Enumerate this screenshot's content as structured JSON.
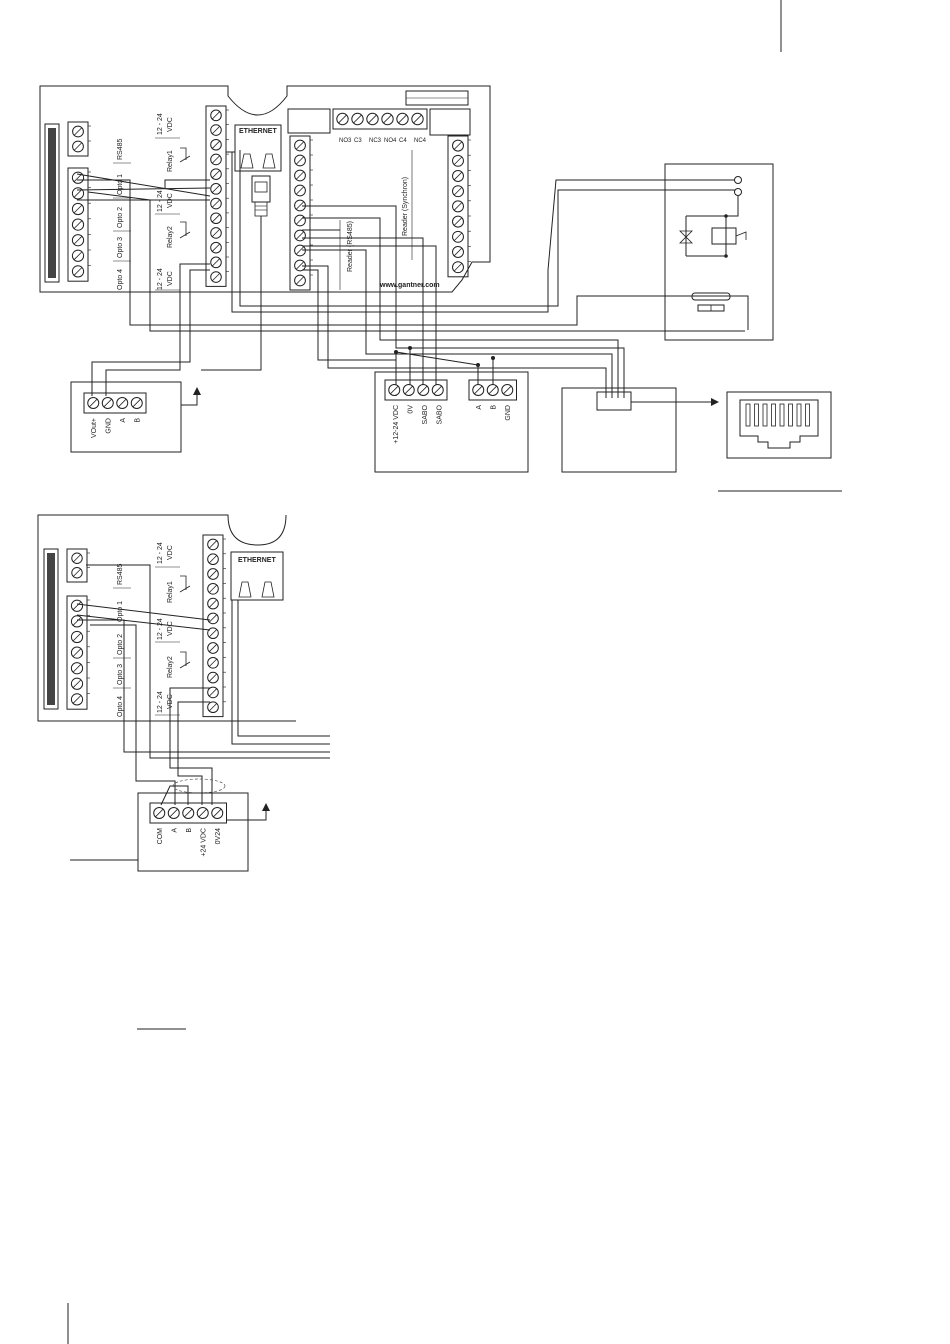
{
  "top_controller": {
    "ethernet_label": "ETHERNET",
    "vdc_label_1": "12 - 24",
    "vdc_unit_1": "VDC",
    "rs485_label": "RS485",
    "relay1_label": "Relay1",
    "opto1_label": "Opto 1",
    "opto2_label": "Opto 2",
    "vdc_label_2": "12 - 24",
    "vdc_unit_2": "VDC",
    "relay2_label": "Relay2",
    "opto3_label": "Opto 3",
    "opto4_label": "Opto 4",
    "vdc_label_3": "12 - 24",
    "vdc_unit_3": "VDC",
    "reader_rs485_label": "Reader (RS485)",
    "reader_synchron_label": "Reader (Synchron)",
    "website": "www.gantner.com",
    "terminal_labels": [
      "NO3",
      "C3",
      "NC3",
      "NO4",
      "C4",
      "NC4"
    ]
  },
  "psu_terminal": {
    "labels": [
      "VOut+",
      "GND",
      "A",
      "B"
    ]
  },
  "reader_terminal": {
    "labels": [
      "+12-24 VDC",
      "0V",
      "SABO",
      "SABO"
    ],
    "bus_labels": [
      "A",
      "B",
      "GND"
    ]
  },
  "bottom_controller": {
    "ethernet_label": "ETHERNET",
    "vdc_label_1": "12 - 24",
    "vdc_unit_1": "VDC",
    "rs485_label": "RS485",
    "relay1_label": "Relay1",
    "opto1_label": "Opto 1",
    "opto2_label": "Opto 2",
    "vdc_label_2": "12 - 24",
    "vdc_unit_2": "VDC",
    "relay2_label": "Relay2",
    "opto3_label": "Opto 3",
    "opto4_label": "Opto 4",
    "vdc_label_3": "12 - 24",
    "vdc_unit_3": "VDC"
  },
  "bottom_terminal": {
    "labels": [
      "COM",
      "A",
      "B",
      "+24 VDC",
      "0V24"
    ]
  }
}
